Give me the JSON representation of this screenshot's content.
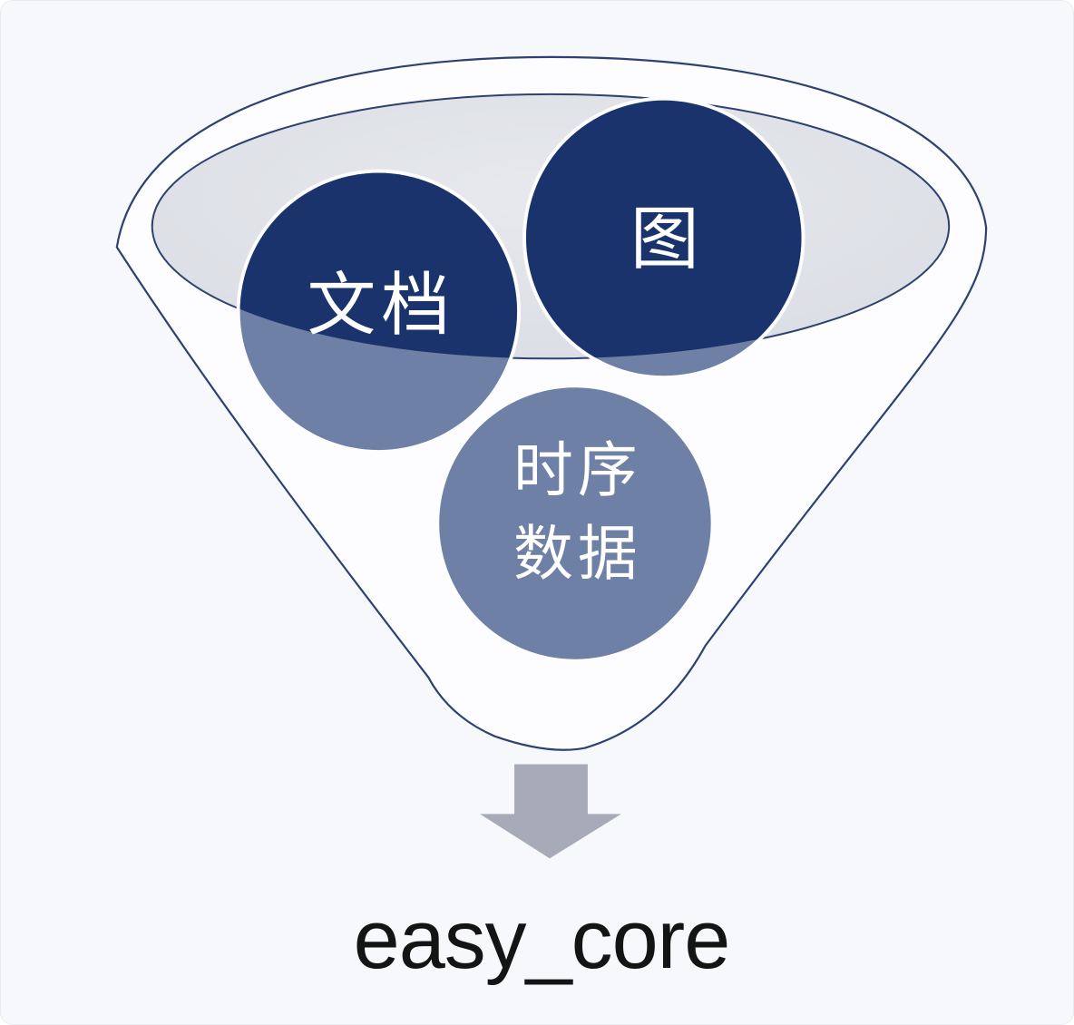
{
  "diagram": {
    "type": "funnel",
    "items": [
      {
        "label": "文档"
      },
      {
        "label": "图"
      },
      {
        "label": "时序数据",
        "lines": [
          "时序",
          "数据"
        ]
      }
    ],
    "output_label": "easy_core",
    "colors": {
      "background": "#f7f8fc",
      "funnel_fill": "#fdfdff",
      "outline": "#2e4170",
      "mouth_light": "#e7e9ed",
      "mouth_dark": "#d9dce3",
      "dark_circle": "#1a336c",
      "faded_circle": "#6e80a6",
      "halo": "#fdfdff",
      "arrow": "#a6abb7",
      "label_text": "#ffffff",
      "output_text": "#141414"
    }
  }
}
